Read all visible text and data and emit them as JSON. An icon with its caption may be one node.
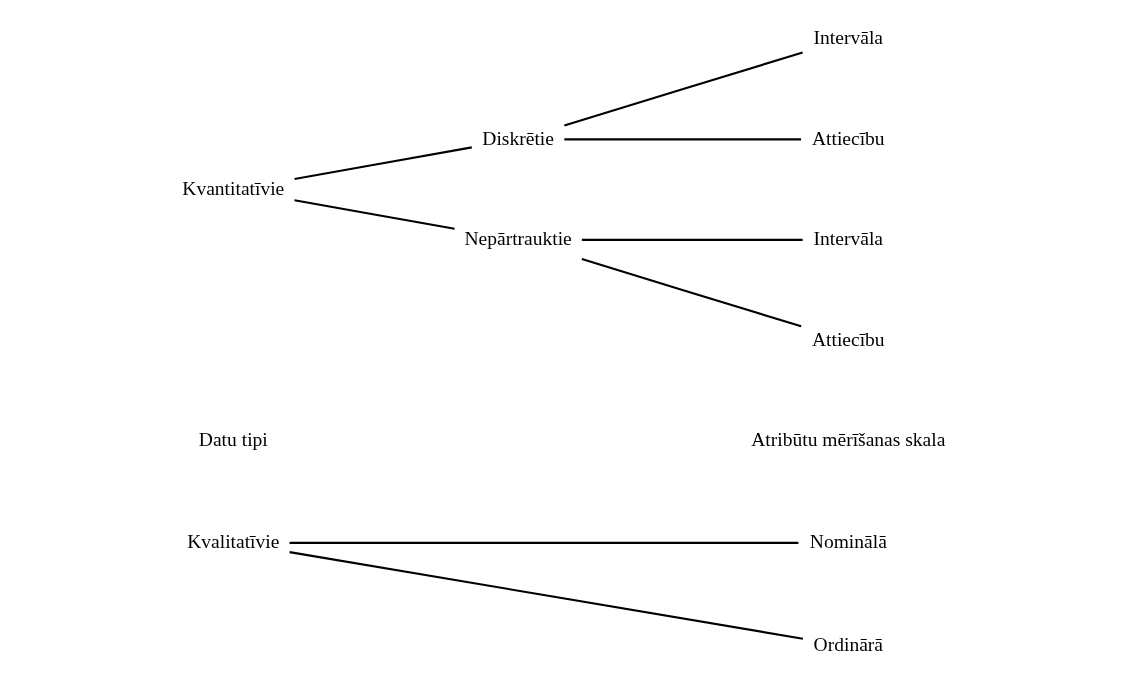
{
  "diagram": {
    "nodes": [
      {
        "text": [
          "Kvalitatīvie"
        ]
      },
      {
        "text": [
          "Nominālā"
        ]
      },
      {
        "text": [
          "Ordinārā"
        ]
      },
      {
        "text": [
          "Kvantitatīvie"
        ]
      },
      {
        "text": [
          "Diskrētie"
        ]
      },
      {
        "text": [
          "Nepārtrauktie"
        ]
      },
      {
        "text": [
          "Intervāla"
        ]
      },
      {
        "text": [
          "Attiecību"
        ]
      },
      {
        "text": [
          "Intervāla"
        ]
      },
      {
        "text": [
          "Attiecību"
        ]
      }
    ],
    "edges": [
      {
        "from": 0,
        "to": 1,
        "arrow": "none"
      },
      {
        "from": 0,
        "to": 2,
        "arrow": "none"
      },
      {
        "from": 3,
        "to": 4,
        "arrow": "none"
      },
      {
        "from": 3,
        "to": 5,
        "arrow": "none"
      },
      {
        "from": 4,
        "to": 6,
        "arrow": "none"
      },
      {
        "from": 4,
        "to": 7,
        "arrow": "none"
      },
      {
        "from": 5,
        "to": 8,
        "arrow": "none"
      },
      {
        "from": 5,
        "to": 9,
        "arrow": "none"
      }
    ],
    "labels": [
      "Datu tipi",
      "Atribūtu mērīšanas skala"
    ]
  }
}
